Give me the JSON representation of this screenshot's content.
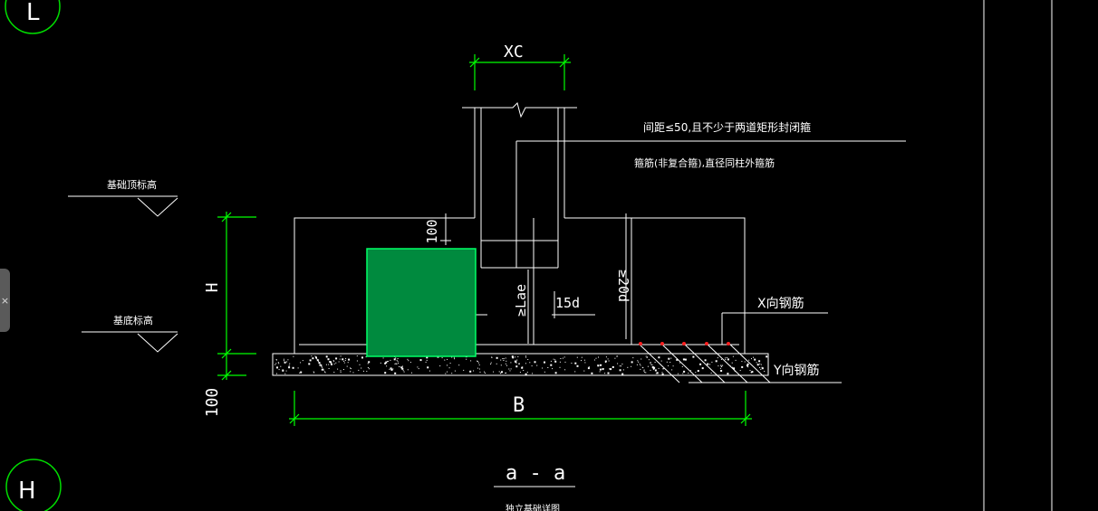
{
  "grid_axes": {
    "top": "L",
    "bottom": "H"
  },
  "side_handle_glyph": "×",
  "labels": {
    "xc": "XC",
    "h": "H",
    "b": "B",
    "dim_100_top": "100",
    "dim_100_left": "100",
    "lae": "≥Lae",
    "d15_left": "15d",
    "d15_right": "15d",
    "d20": "≥20d",
    "section": "a - a",
    "x_bars": "X向钢筋",
    "y_bars": "Y向钢筋",
    "note1": "间距≤50,且不少于两道矩形封闭箍",
    "note2": "箍筋(非复合箍),直径同柱外箍筋",
    "level_top": "基础顶标高",
    "level_bottom": "基底标高",
    "caption_bottom": "独立基础详图"
  },
  "colors": {
    "line": "#ffffff",
    "dimension": "#00ff00",
    "axis_circle": "#00dd00",
    "selection_fill": "#008a3e",
    "selection_border": "#00ff66",
    "bar_points": "#ff2020"
  }
}
